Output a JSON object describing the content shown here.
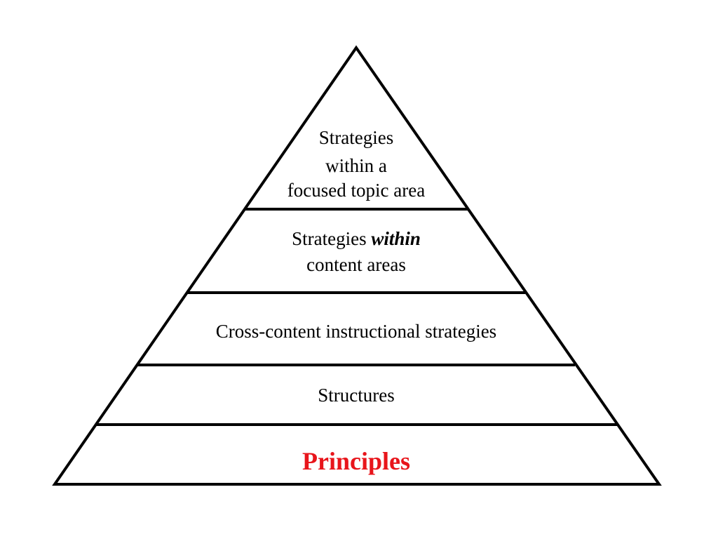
{
  "pyramid": {
    "tiers": [
      {
        "lines": [
          "Strategies",
          "within a",
          "focused topic area"
        ]
      },
      {
        "line1_prefix": "Strategies ",
        "line1_emphasis": "within",
        "line2": "content areas"
      },
      {
        "label": "Cross-content instructional strategies"
      },
      {
        "label": "Structures"
      },
      {
        "label": "Principles"
      }
    ],
    "colors": {
      "outline": "#000000",
      "text": "#000000",
      "principles_text": "#e8151b",
      "fill": "#ffffff"
    }
  }
}
